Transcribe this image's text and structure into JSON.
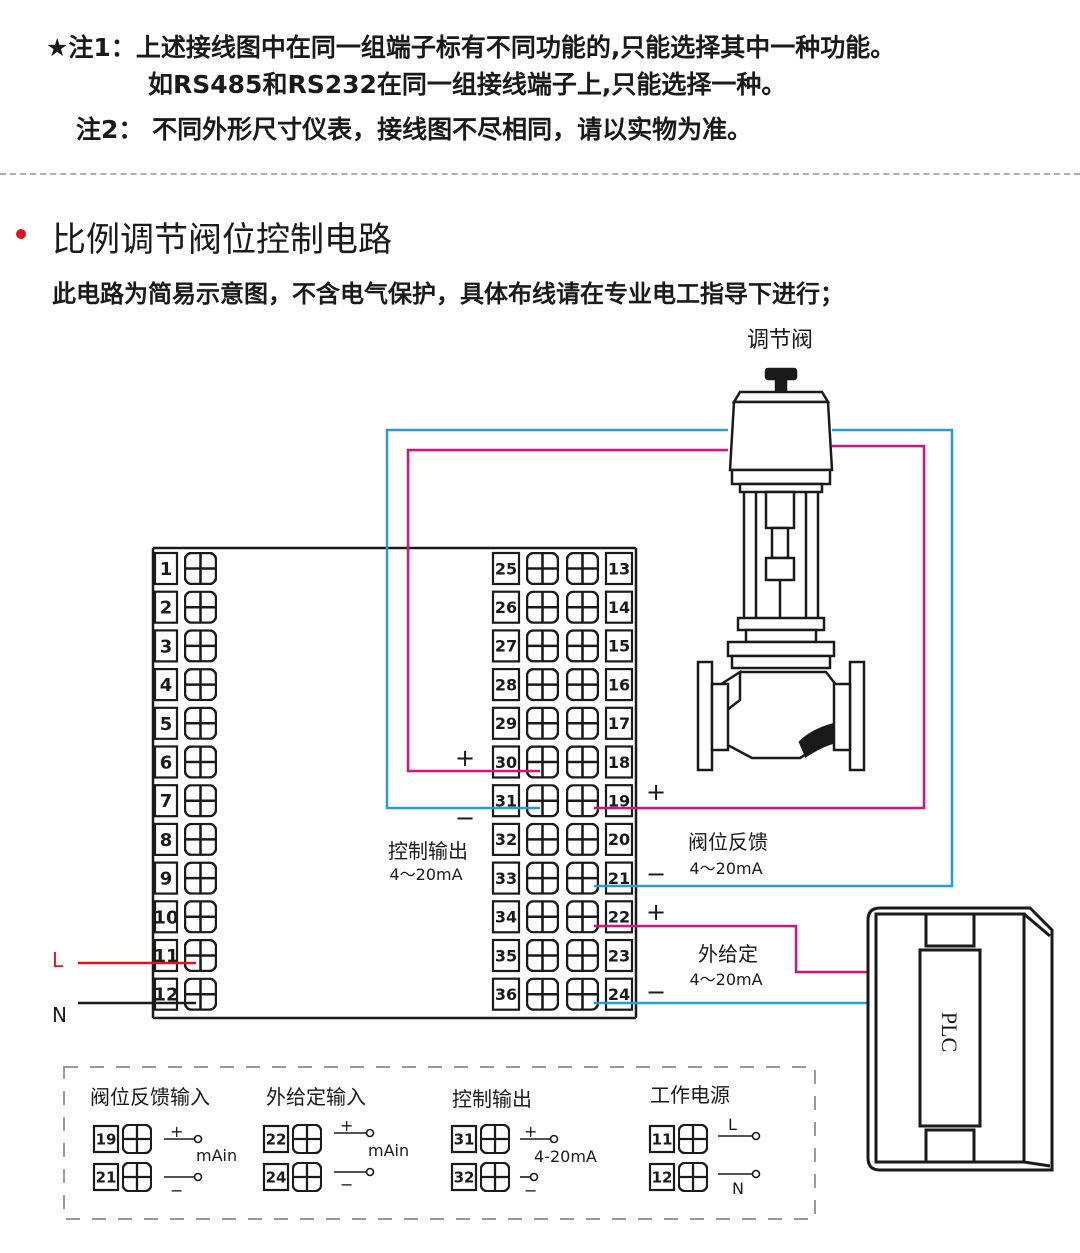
{
  "notes": {
    "note1_prefix": "★注1：",
    "note1_text": "上述接线图中在同一组端子标有不同功能的,只能选择其中一种功能。",
    "note1b_text": "如RS485和RS232在同一组接线端子上,只能选择一种。",
    "note2_prefix": "注2：",
    "note2_text": "不同外形尺寸仪表，接线图不尽相同，请以实物为准。"
  },
  "section": {
    "title": "比例调节阀位控制电路",
    "subtitle": "此电路为简易示意图，不含电气保护，具体布线请在专业电工指导下进行；"
  },
  "diagram": {
    "valve_label": "调节阀",
    "plc_label": "PLC",
    "left_terminals": [
      "1",
      "2",
      "3",
      "4",
      "5",
      "6",
      "7",
      "8",
      "9",
      "10",
      "11",
      "12"
    ],
    "middle_terminals": [
      "25",
      "26",
      "27",
      "28",
      "29",
      "30",
      "31",
      "32",
      "33",
      "34",
      "35",
      "36"
    ],
    "right_terminals": [
      "13",
      "14",
      "15",
      "16",
      "17",
      "18",
      "19",
      "20",
      "21",
      "22",
      "23",
      "24"
    ],
    "wire_L": "L",
    "wire_N": "N",
    "control_output_title": "控制输出",
    "control_output_range": "4～20mA",
    "feedback_title": "阀位反馈",
    "feedback_range": "4～20mA",
    "setpoint_title": "外给定",
    "setpoint_range": "4～20mA",
    "plus": "+",
    "minus": "−",
    "colors": {
      "red_wire": "#d9127a",
      "blue_wire": "#2b9ad8",
      "power_red": "#e0141e",
      "black": "#1a1a1a"
    }
  },
  "legend": {
    "feedback_input": {
      "title": "阀位反馈输入",
      "top": "19",
      "bottom": "21",
      "unit": "mAin"
    },
    "setpoint_input": {
      "title": "外给定输入",
      "top": "22",
      "bottom": "24",
      "unit": "mAin"
    },
    "control_output": {
      "title": "控制输出",
      "top": "31",
      "bottom": "32",
      "unit": "4-20mA"
    },
    "power": {
      "title": "工作电源",
      "top": "11",
      "bottom": "12",
      "top_label": "L",
      "bottom_label": "N"
    }
  }
}
